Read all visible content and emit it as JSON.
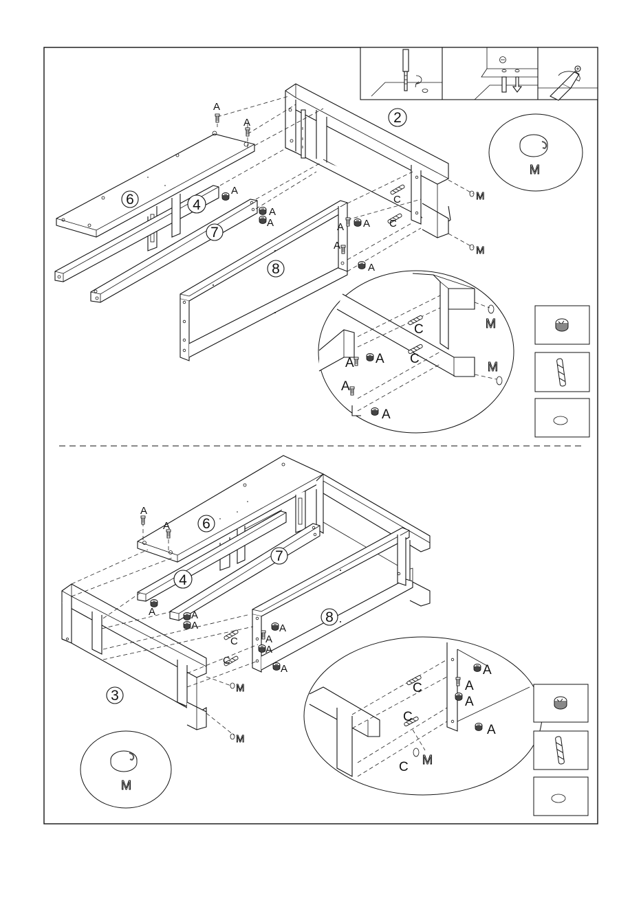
{
  "step_upper": {
    "number": "2"
  },
  "step_lower": {
    "number": "3"
  },
  "parts": {
    "p6": "6",
    "p4": "4",
    "p7": "7",
    "p8": "8"
  },
  "hardware": {
    "a": "A",
    "c": "C",
    "m": "M"
  },
  "colors": {
    "line": "#111111",
    "background": "#ffffff"
  },
  "icons": [
    "cam-lock-icon",
    "wooden-dowel-icon",
    "cover-cap-icon",
    "screwdriver-icon"
  ]
}
